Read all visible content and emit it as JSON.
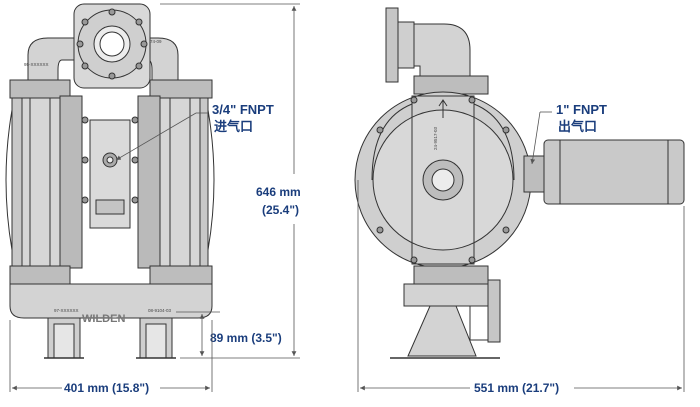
{
  "dimensions": {
    "width_front": "401 mm (15.8\")",
    "height_mm": "646 mm",
    "height_in": "(25.4\")",
    "inlet_height": "89 mm (3.5\")",
    "width_side": "551 mm (21.7\")"
  },
  "callouts": {
    "air_inlet_size": "3/4\" FNPT",
    "air_inlet_cn": "进气口",
    "air_outlet_size": "1\" FNPT",
    "air_outlet_cn": "出气口"
  },
  "brand": "WILDEN",
  "part_marks": {
    "top_right": "74-09",
    "top_left": "95-XXXXXX",
    "bottom_left": "97-XXXXXX",
    "bottom_right": "08-9104-03",
    "side_center": "24-9517-03"
  },
  "colors": {
    "metal": "#d3d3d3",
    "metal_dark": "#b2b2b2",
    "outline": "#333333",
    "dim_line": "#555555",
    "label": "#1a3d7c"
  }
}
